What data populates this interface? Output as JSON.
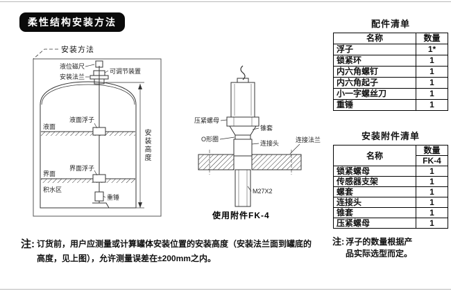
{
  "badge": {
    "text": "柔性结构安装方法"
  },
  "left_diagram": {
    "title": "安装方法",
    "labels": {
      "magnetic_ruler": "液位磁尺",
      "mount_flange": "安装法兰",
      "adjust_device": "可调节装置",
      "liquid_surface": "液面",
      "liquid_float": "液面浮子",
      "install_height": "安装高度",
      "interface": "界面",
      "interface_float": "界面浮子",
      "water_zone": "积水区",
      "weight": "重锤"
    }
  },
  "middle_diagram": {
    "labels": {
      "compression_nut": "压紧螺母",
      "taper_sleeve": "锥套",
      "o_ring": "O形圈",
      "connector": "连接头",
      "connection_flange": "连接法兰",
      "thread": "M27X2"
    },
    "caption": "使用附件FK-4"
  },
  "parts_table": {
    "title": "配件清单",
    "headers": [
      "名称",
      "数量"
    ],
    "rows": [
      [
        "浮子",
        "1*"
      ],
      [
        "锁紧环",
        "1"
      ],
      [
        "内六角螺钉",
        "1"
      ],
      [
        "内六角起子",
        "1"
      ],
      [
        "小一字螺丝刀",
        "1"
      ],
      [
        "重锤",
        "1"
      ]
    ]
  },
  "accessories_table": {
    "title": "安装附件清单",
    "headers": [
      "名称",
      "数量"
    ],
    "subheader": "FK-4",
    "rows": [
      [
        "锁紧螺母",
        "1"
      ],
      [
        "传感器支架",
        "1"
      ],
      [
        "螺套",
        "1"
      ],
      [
        "连接头",
        "1"
      ],
      [
        "锥套",
        "1"
      ],
      [
        "压紧螺母",
        "1"
      ]
    ]
  },
  "notes": {
    "main": {
      "prefix": "注:",
      "line1": "订货前，用户应测量或计算罐体安装位置的安装高度（安装法兰面到罐底的",
      "line2": "高度，见上图），允许测量误差在±200mm之内。"
    },
    "side": {
      "prefix": "注:",
      "line1": "浮子的数量根据产",
      "line2": "品实际选型而定。"
    }
  }
}
